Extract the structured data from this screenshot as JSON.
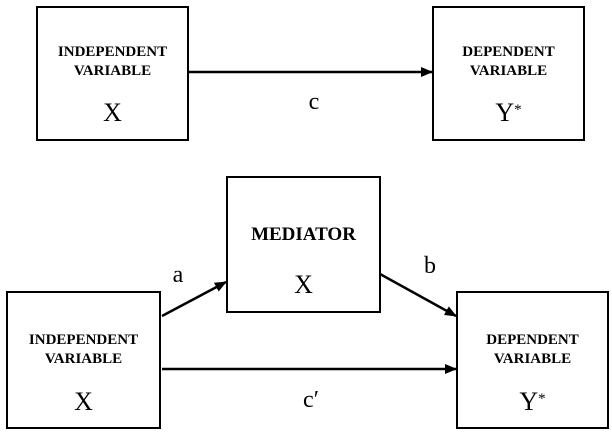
{
  "total_effect": {
    "independent": {
      "title_line1": "INDEPENDENT",
      "title_line2": "VARIABLE",
      "symbol": "X"
    },
    "dependent": {
      "title_line1": "DEPENDENT",
      "title_line2": "VARIABLE",
      "symbol": "Y",
      "superscript": "*"
    },
    "path_label": "c"
  },
  "mediation": {
    "mediator": {
      "title": "MEDIATOR",
      "symbol": "X"
    },
    "independent": {
      "title_line1": "INDEPENDENT",
      "title_line2": "VARIABLE",
      "symbol": "X"
    },
    "dependent": {
      "title_line1": "DEPENDENT",
      "title_line2": "VARIABLE",
      "symbol": "Y",
      "superscript": "*"
    },
    "path_a_label": "a",
    "path_b_label": "b",
    "path_c_prime_label": "c′"
  }
}
